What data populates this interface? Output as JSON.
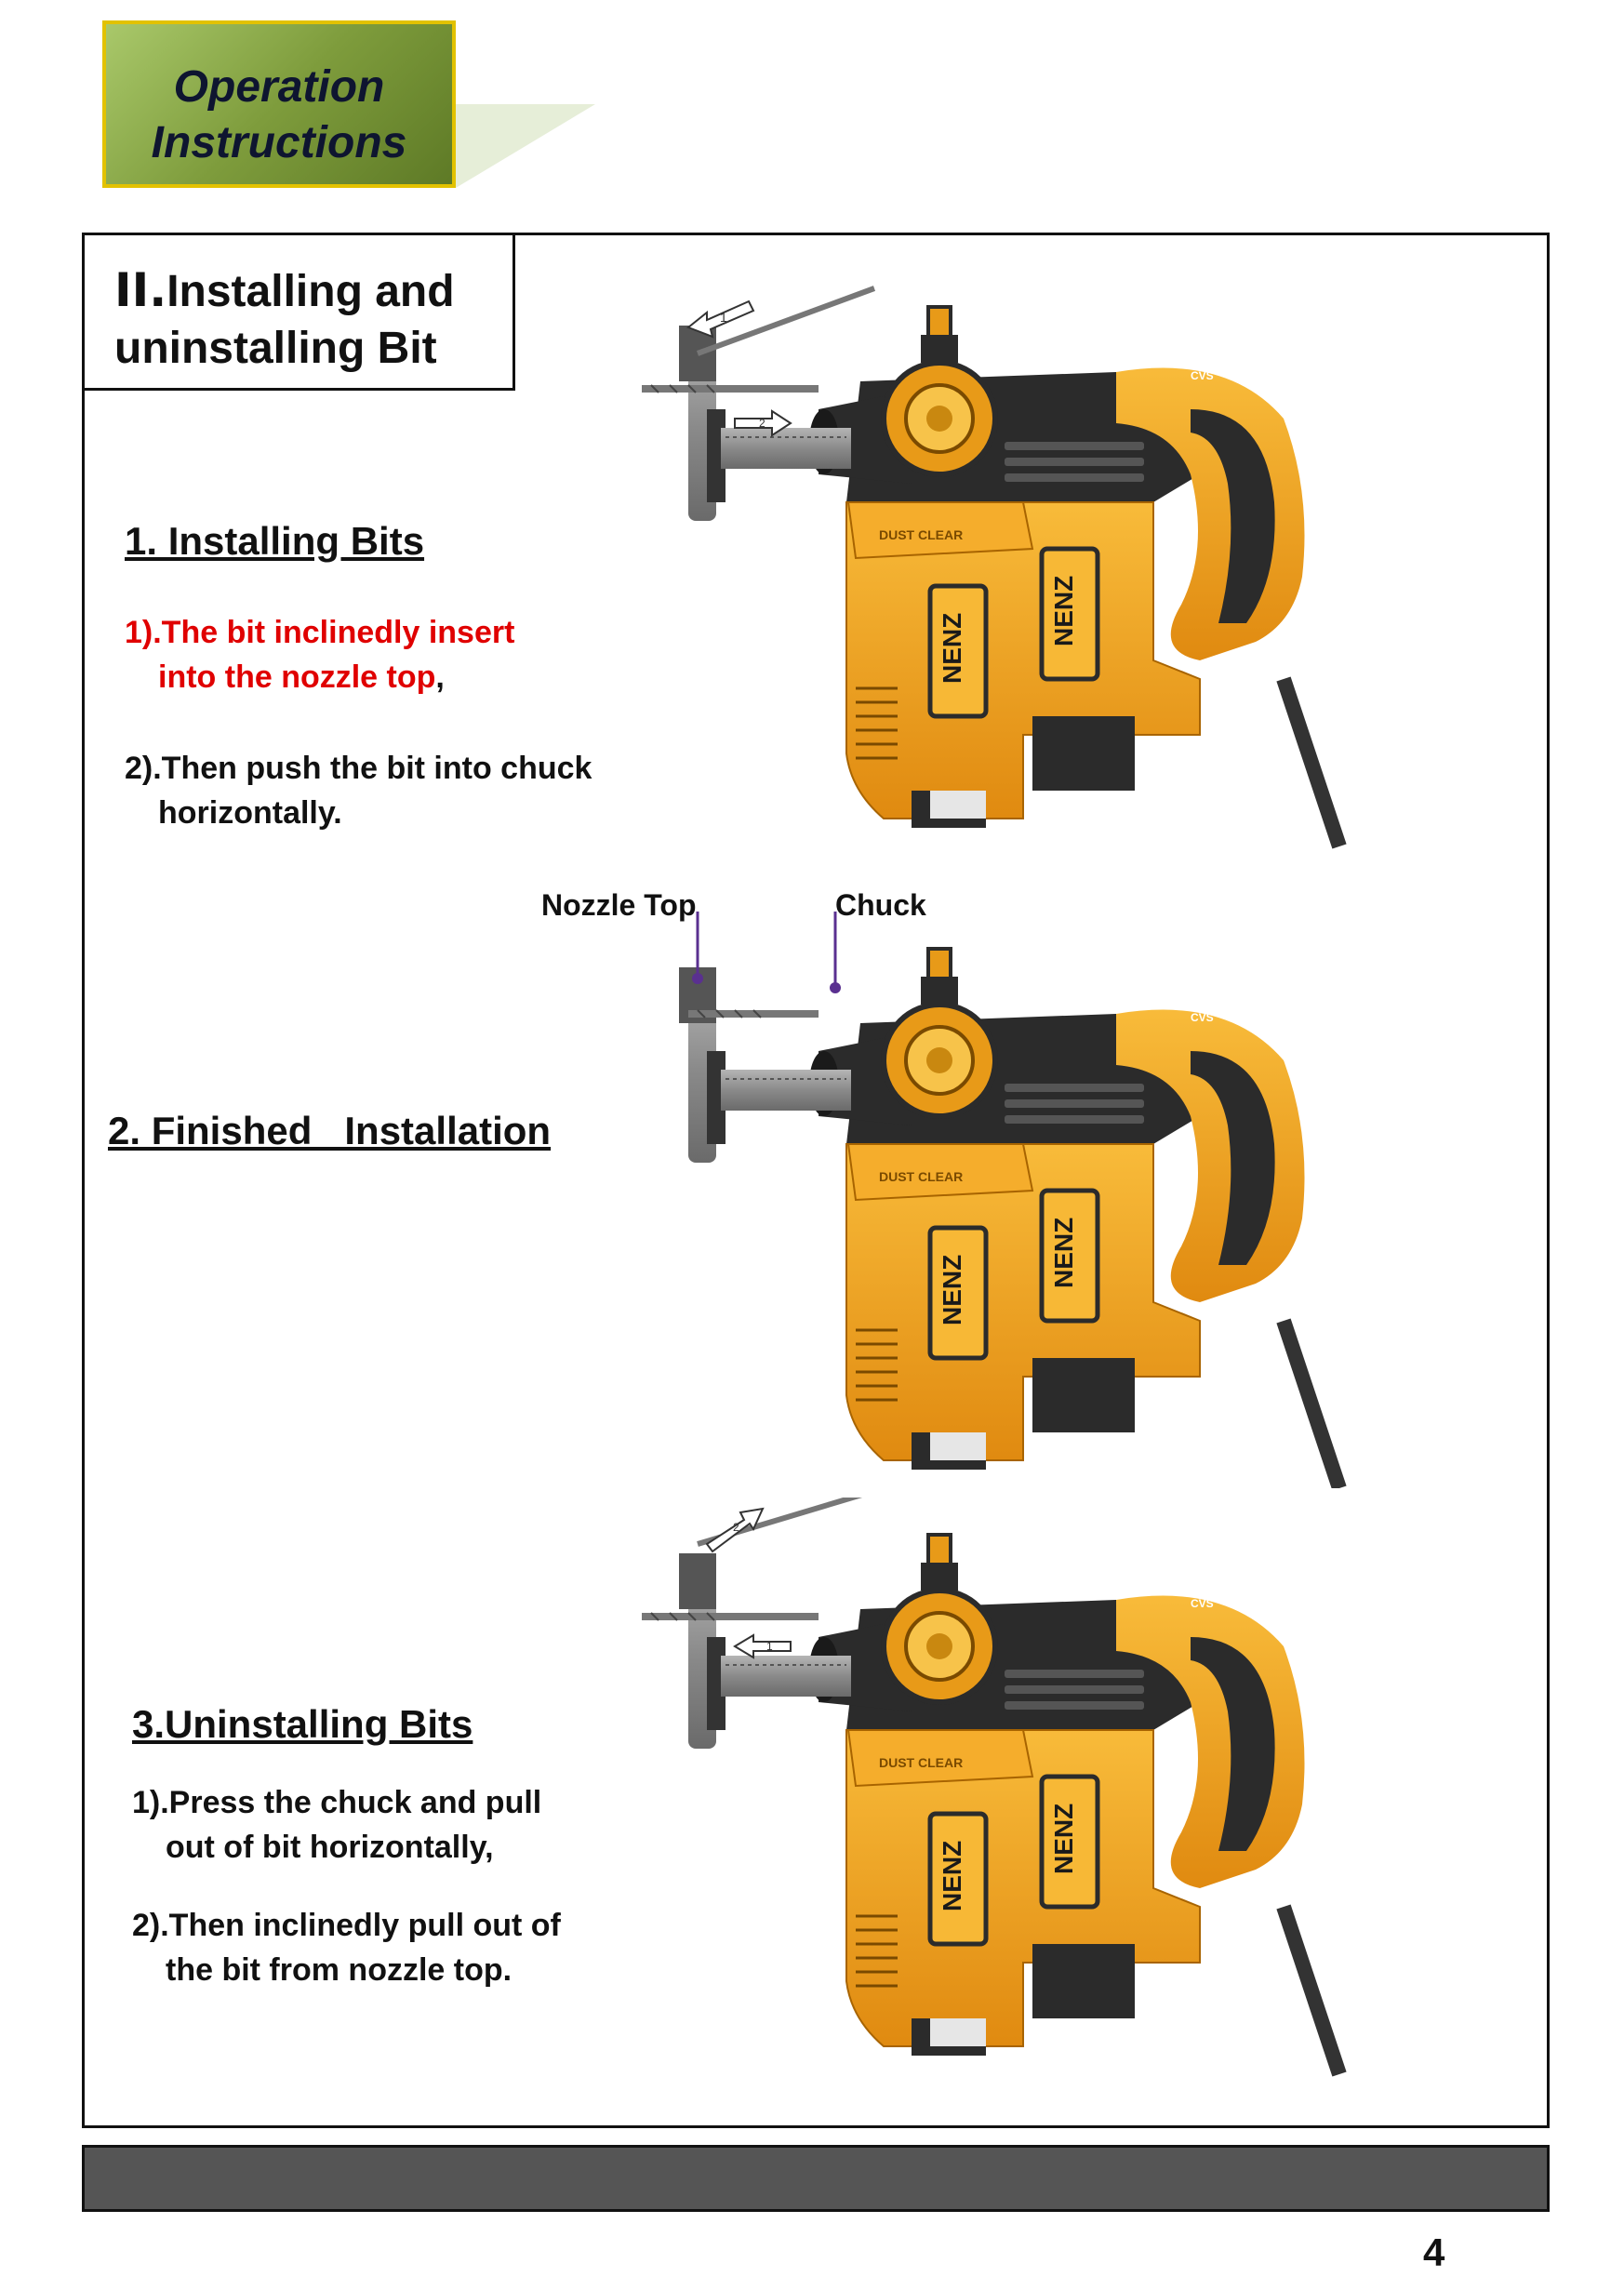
{
  "header": {
    "line1": "Operation",
    "line2": "Instructions"
  },
  "section": {
    "roman": "II.",
    "title_line1": "Installing and",
    "title_line2": "uninstalling Bit"
  },
  "installing": {
    "heading": "1. Installing Bits",
    "step1_line1": "1).The bit inclinedly insert",
    "step1_line2": "into the nozzle top",
    "step1_comma": ",",
    "step2_line1": "2).Then push the bit into chuck",
    "step2_line2": "horizontally."
  },
  "finished": {
    "heading": "2. Finished   Installation",
    "nozzle_label": "Nozzle Top",
    "chuck_label": "Chuck"
  },
  "uninstalling": {
    "heading": "3.Uninstalling Bits",
    "step1_line1": "1).Press the chuck and pull",
    "step1_line2": "out of bit horizontally,",
    "step2_line1": "2).Then inclinedly pull out of",
    "step2_line2": "the bit from nozzle top."
  },
  "drill_brand": "NENZ",
  "drill_panel_label": "DUST CLEAR",
  "drill_badge": "CVS",
  "arrows": {
    "a1": "1",
    "a2": "2"
  },
  "page_number": "4",
  "colors": {
    "drill_orange": "#f0a020",
    "drill_black": "#2b2b2b",
    "header_green": "#7e9c3c",
    "header_border": "#e2c200",
    "step_red": "#e00000"
  }
}
